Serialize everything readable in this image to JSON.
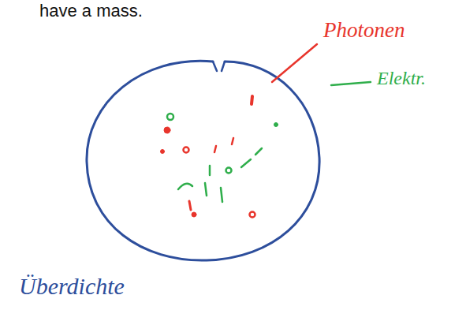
{
  "diagram": {
    "labels": [
      "have a mass.",
      "Photonen",
      "Elektr.",
      "Überdichte"
    ]
  }
}
